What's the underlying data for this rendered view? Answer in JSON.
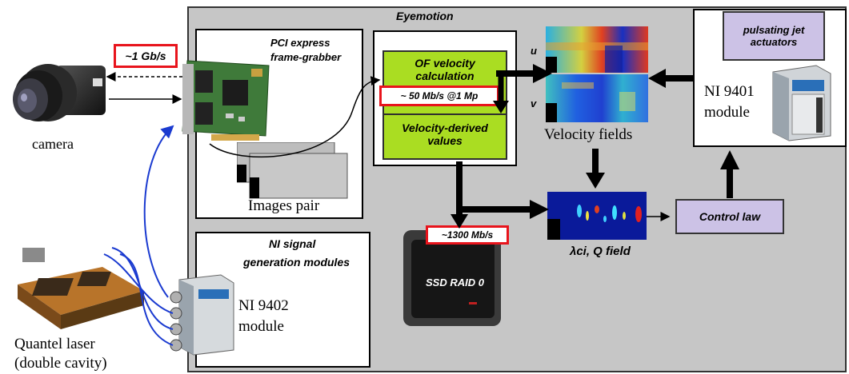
{
  "system": {
    "title": "Eyemotion"
  },
  "camera": {
    "label": "camera"
  },
  "link_camera": {
    "rate": "~1 Gb/s"
  },
  "framegrabber": {
    "title_line1": "PCI express",
    "title_line2": "frame-grabber"
  },
  "images": {
    "label": "Images pair"
  },
  "of_calc": {
    "line1": "OF velocity",
    "line2": "calculation",
    "rate": "~ 50 Mb/s @1 Mp"
  },
  "derived": {
    "line1": "Velocity-derived",
    "line2": "values"
  },
  "velocity": {
    "label": "Velocity fields",
    "u_label": "u",
    "v_label": "v"
  },
  "actuators": {
    "line1": "pulsating jet",
    "line2": "actuators",
    "module_line1": "NI 9401",
    "module_line2": "module"
  },
  "ssd": {
    "rate": "~1300 Mb/s",
    "label": "SSD RAID 0"
  },
  "qfield": {
    "label": "λci, Q field"
  },
  "control": {
    "label": "Control law"
  },
  "signal_gen": {
    "title_line1": "NI signal",
    "title_line2": "generation modules",
    "module_line1": "NI 9402",
    "module_line2": "module"
  },
  "laser": {
    "line1": "Quantel laser",
    "line2": "(double cavity)"
  }
}
